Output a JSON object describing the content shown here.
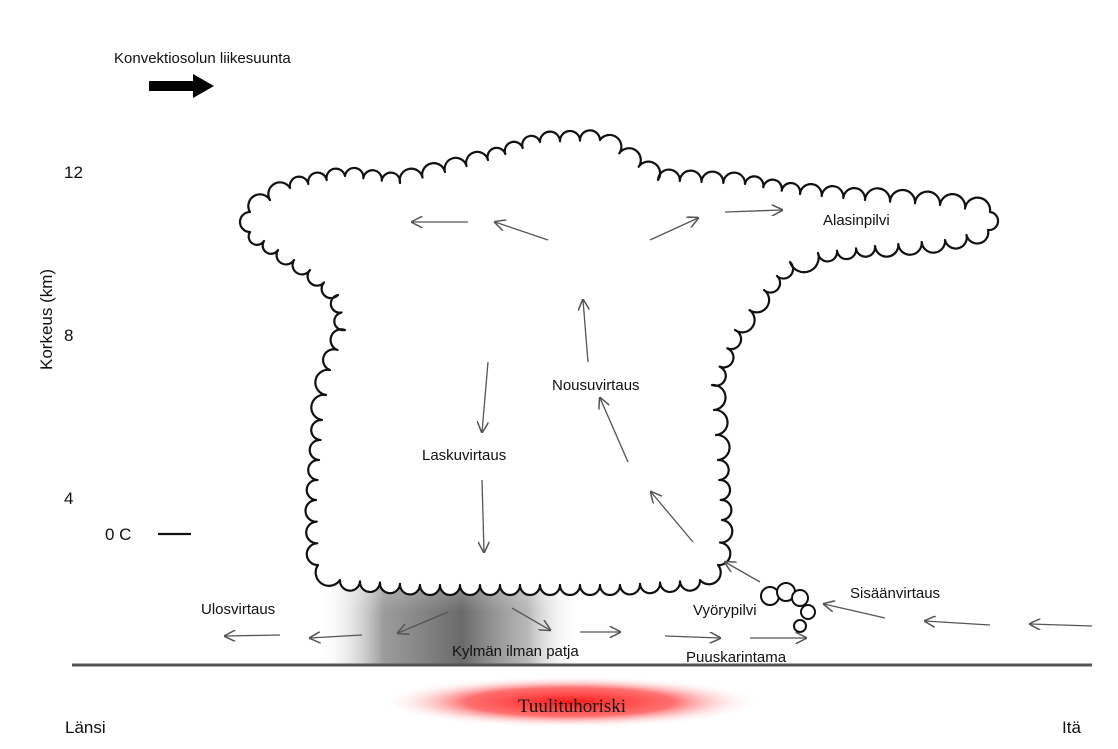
{
  "legend": {
    "motion_label": "Konvektiosolun liikesuunta"
  },
  "axis": {
    "label": "Korkeus (km)",
    "ticks": [
      "12",
      "8",
      "4"
    ],
    "freezing_label": "0 C"
  },
  "cloud_labels": {
    "anvil": "Alasinpilvi",
    "updraft": "Nousuvirtaus",
    "downdraft": "Laskuvirtaus",
    "shelf_cloud": "Vyörypilvi",
    "inflow": "Sisäänvirtaus",
    "outflow": "Ulosvirtaus",
    "cold_pool": "Kylmän ilman patja",
    "gust_front": "Puuskarintama"
  },
  "ground": {
    "west": "Länsi",
    "east": "Itä",
    "hazard": "Tuulituhoriski"
  },
  "colors": {
    "hazard_center": "#ff1a1a",
    "cold_pool": "#6e6e6e",
    "ground_line": "#555555"
  },
  "icons": {
    "motion": "thick-arrow-right-icon"
  }
}
